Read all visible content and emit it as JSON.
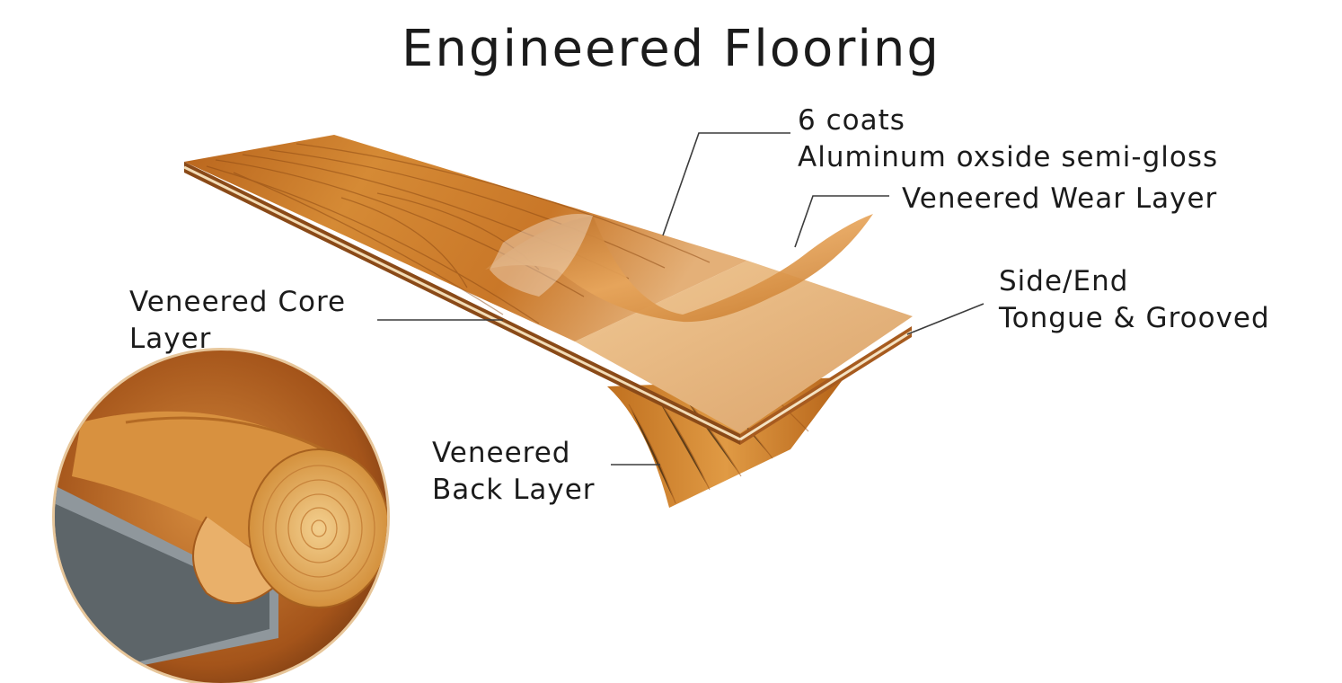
{
  "title": "Engineered Flooring",
  "labels": {
    "coats": [
      "6 coats",
      "Aluminum oxside semi-gloss"
    ],
    "wear_layer": [
      "Veneered Wear Layer"
    ],
    "core_layer": [
      "Veneered Core",
      "Layer"
    ],
    "tongue_groove": [
      "Side/End",
      "Tongue & Grooved"
    ],
    "back_layer": [
      "Veneered",
      "Back Layer"
    ]
  }
}
